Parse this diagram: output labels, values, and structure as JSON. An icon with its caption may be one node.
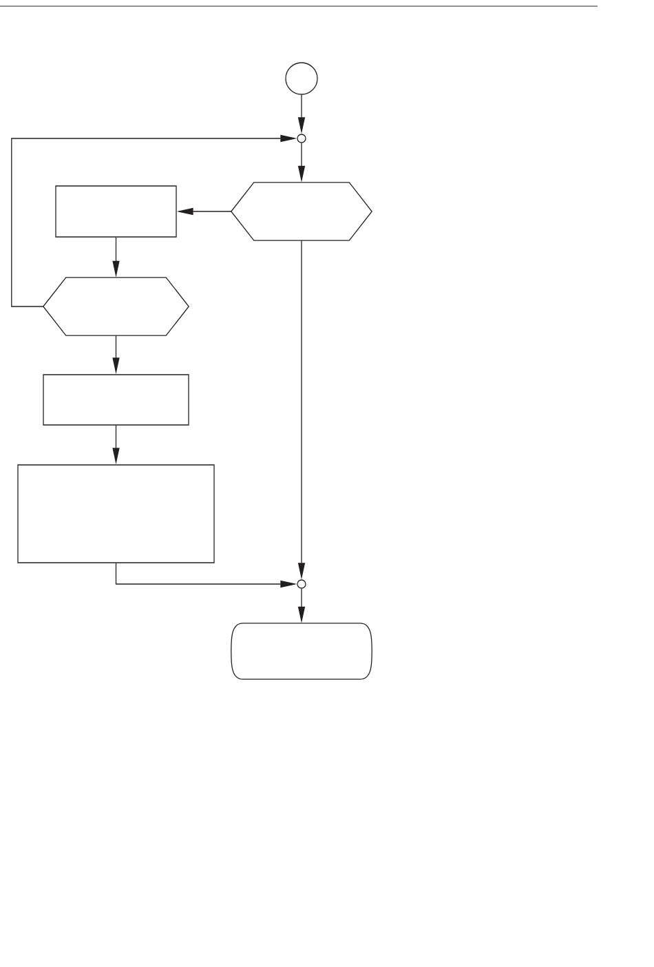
{
  "diagram": {
    "nodes": [
      {
        "text": [],
        "shape": "circle"
      },
      {
        "text": [],
        "shape": "circle"
      },
      {
        "text": [],
        "shape": "box"
      },
      {
        "text": [],
        "shape": "hexagon"
      },
      {
        "text": [],
        "shape": "hexagon"
      },
      {
        "text": [],
        "shape": "box"
      },
      {
        "text": [],
        "shape": "box"
      },
      {
        "text": [],
        "shape": "circle"
      },
      {
        "text": [],
        "shape": "terminal"
      }
    ],
    "edges": [
      {
        "from": 0,
        "to": 1,
        "arrow": "to"
      },
      {
        "from": 1,
        "to": 3,
        "arrow": "to"
      },
      {
        "from": 3,
        "to": 2,
        "arrow": "to"
      },
      {
        "from": 2,
        "to": 4,
        "arrow": "to"
      },
      {
        "from": 4,
        "to": 1,
        "arrow": "to"
      },
      {
        "from": 4,
        "to": 5,
        "arrow": "to"
      },
      {
        "from": 5,
        "to": 6,
        "arrow": "to"
      },
      {
        "from": 6,
        "to": 7,
        "arrow": "to"
      },
      {
        "from": 3,
        "to": 7,
        "arrow": "to"
      },
      {
        "from": 7,
        "to": 8,
        "arrow": "to"
      }
    ]
  }
}
